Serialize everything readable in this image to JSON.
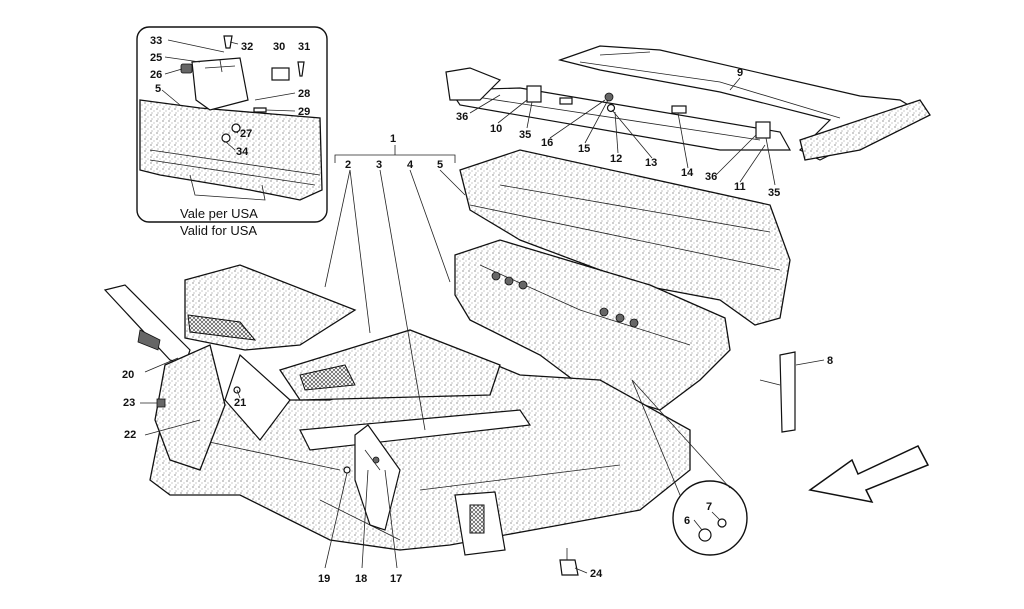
{
  "inset": {
    "caption_line1": "Vale per USA",
    "caption_line2": "Valid for USA"
  },
  "callouts": [
    "1",
    "2",
    "3",
    "4",
    "5",
    "6",
    "7",
    "8",
    "9",
    "10",
    "11",
    "12",
    "13",
    "14",
    "15",
    "16",
    "17",
    "18",
    "19",
    "20",
    "21",
    "22",
    "23",
    "24",
    "25",
    "26",
    "27",
    "28",
    "29",
    "30",
    "31",
    "32",
    "33",
    "34",
    "35",
    "36"
  ]
}
